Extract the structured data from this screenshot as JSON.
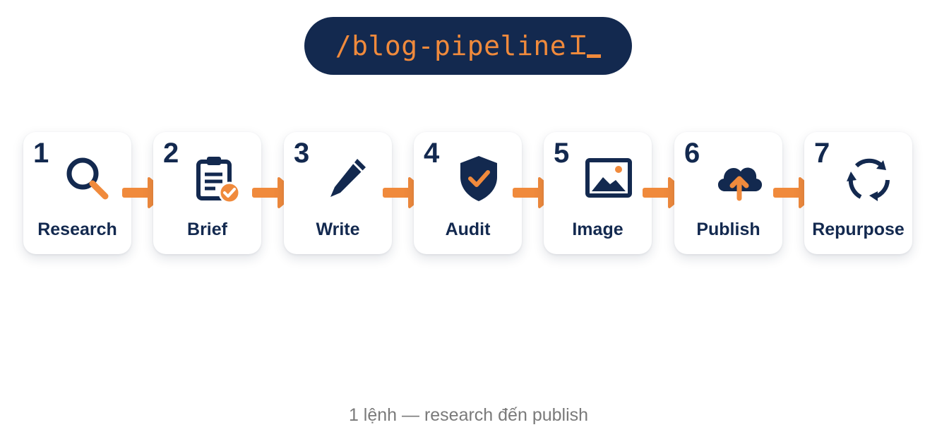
{
  "command": {
    "text": "/blog-pipeline"
  },
  "colors": {
    "navy": "#13294f",
    "orange": "#f08a3c",
    "caption": "#7a7a7a"
  },
  "steps": [
    {
      "number": "1",
      "label": "Research",
      "icon": "magnifier-icon"
    },
    {
      "number": "2",
      "label": "Brief",
      "icon": "clipboard-check-icon"
    },
    {
      "number": "3",
      "label": "Write",
      "icon": "pencil-icon"
    },
    {
      "number": "4",
      "label": "Audit",
      "icon": "shield-check-icon"
    },
    {
      "number": "5",
      "label": "Image",
      "icon": "image-icon"
    },
    {
      "number": "6",
      "label": "Publish",
      "icon": "cloud-upload-icon"
    },
    {
      "number": "7",
      "label": "Repurpose",
      "icon": "cycle-arrows-icon"
    }
  ],
  "caption": "1 lệnh — research đến publish"
}
